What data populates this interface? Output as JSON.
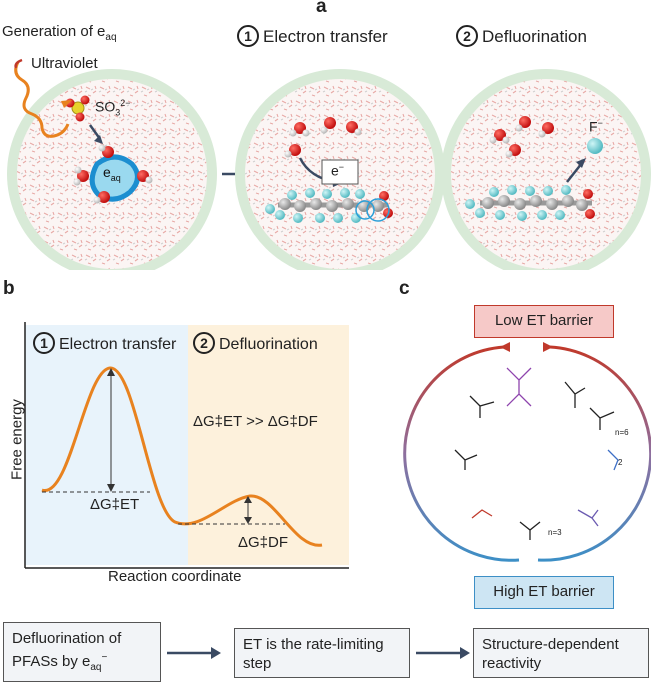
{
  "panel_a": {
    "letter": "a",
    "generation_title": "Generation of e",
    "generation_sub": "aq",
    "ultraviolet": "Ultraviolet",
    "sulfite_label": "SO",
    "sulfite_sub": "3",
    "sulfite_sup": "2−",
    "eaq_label": "e",
    "eaq_sub": "aq",
    "step1_number": "1",
    "step1_title": "Electron transfer",
    "electron_label": "e",
    "electron_sup": "−",
    "step2_number": "2",
    "step2_title": "Defluorination",
    "fluoride_label": "F",
    "fluoride_sup": "−"
  },
  "panel_b": {
    "letter": "b",
    "step1_number": "1",
    "step1_title": "Electron transfer",
    "step2_number": "2",
    "step2_title": "Defluorination",
    "y_axis_label": "Free energy",
    "x_axis_label": "Reaction coordinate",
    "comparison": "ΔG‡ET >> ΔG‡DF",
    "dg_et": "ΔG‡ET",
    "dg_df": "ΔG‡DF"
  },
  "panel_c": {
    "letter": "c",
    "low_barrier": "Low ET barrier",
    "high_barrier": "High ET barrier",
    "n6": "n=6",
    "n3": "n=3",
    "sub2": "2"
  },
  "flow": {
    "box1_line1": "Defluorination of",
    "box1_line2": "PFASs by e",
    "box1_sub": "aq",
    "box1_sup": "−",
    "box2": "ET is the rate-limiting step",
    "box3": "Structure-dependent reactivity"
  },
  "colors": {
    "orange": "#e8821f",
    "blue_panel": "#e8f3fb",
    "orange_panel": "#fdf1dc",
    "low_box": "#f6c9c8",
    "high_box": "#cde5f3",
    "arrow": "#3a4a63"
  }
}
